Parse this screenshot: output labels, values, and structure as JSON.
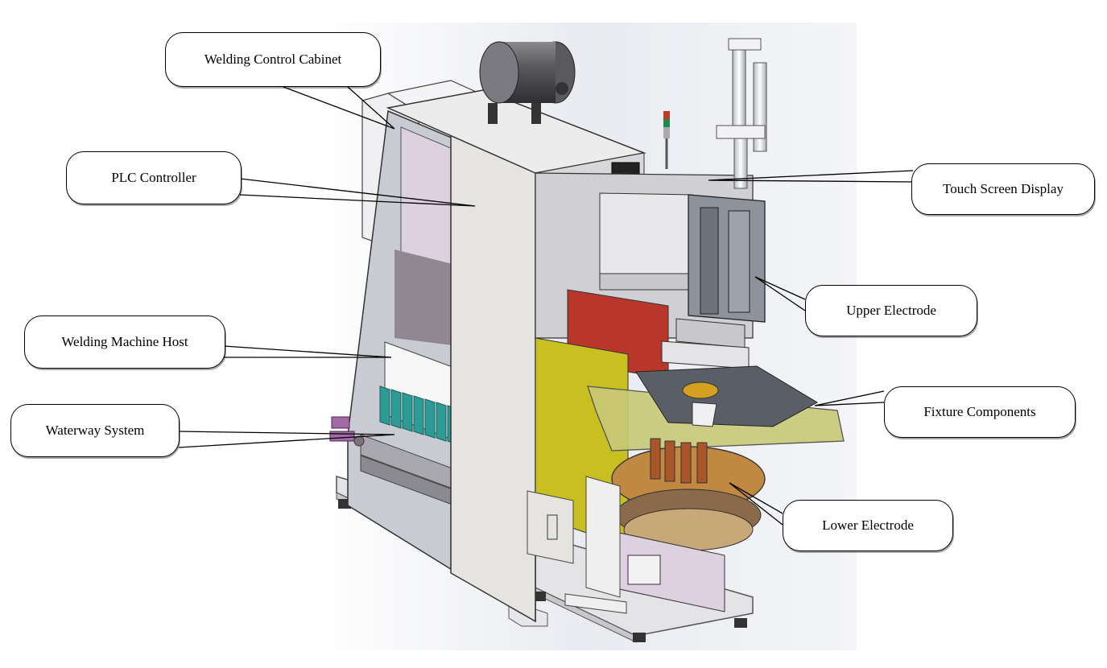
{
  "labels": {
    "welding_control_cabinet": "Welding Control Cabinet",
    "plc_controller": "PLC Controller",
    "welding_machine_host": "Welding Machine Host",
    "waterway_system": "Waterway System",
    "touch_screen_display": "Touch Screen Display",
    "upper_electrode": "Upper Electrode",
    "fixture_components": "Fixture Components",
    "lower_electrode": "Lower Electrode"
  },
  "colors": {
    "background_panel": "#eceef2",
    "frame_gray": "#9aa0aa",
    "panel_light": "#e6e4e0",
    "cabinet_pink": "#e8d8e8",
    "plc_plate": "#b08a3a",
    "red_block": "#b8362a",
    "yellow_panel": "#c8c020",
    "fixture_green": "#c8c878",
    "teal_batteries": "#2e9c96",
    "rotary_plate": "#c08840"
  }
}
